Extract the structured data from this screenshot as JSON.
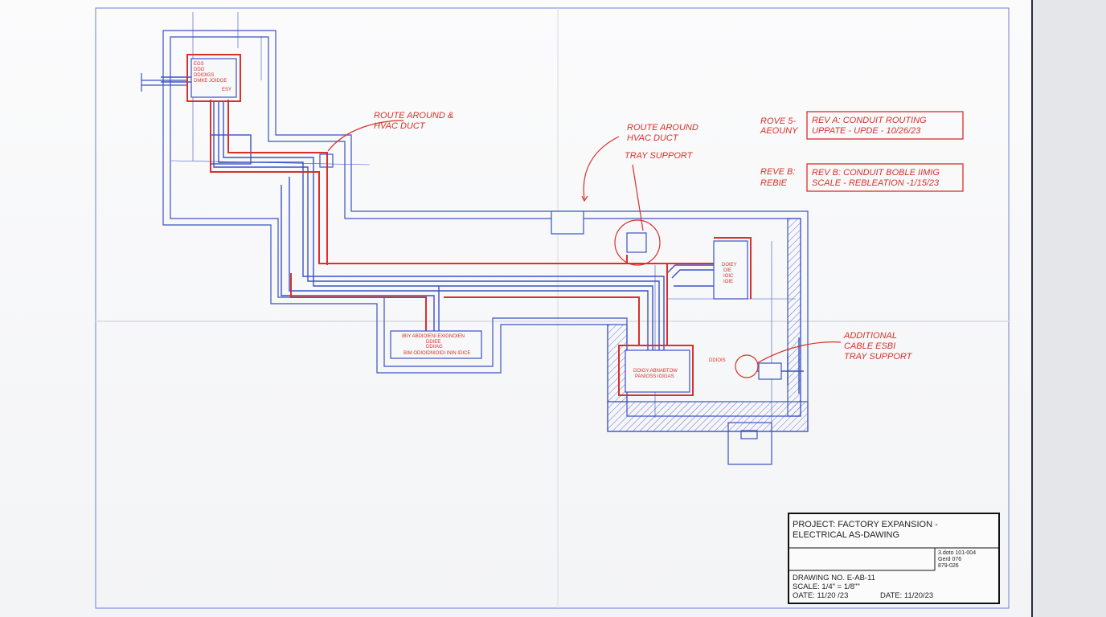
{
  "colors": {
    "blue": "#3a52c4",
    "red": "#d9302a",
    "ink": "#222222",
    "paper": "#f7f8fa"
  },
  "annotations": {
    "route_left": [
      "ROUTE AROUND &",
      "HVAC DUCT"
    ],
    "route_right": [
      "ROUTE AROUND",
      "HVAC DUCT"
    ],
    "tray_support": "TRAY SUPPORT",
    "additional": [
      "ADDITIONAL",
      "CABLE ESBI",
      "TRAY SUPPORT"
    ]
  },
  "revisions": [
    {
      "side": [
        "ROVE 5-",
        "AEOUNY"
      ],
      "box": [
        "REV A: CONDUIT  ROUTING",
        "UPPATE - UPDE - 10/26/23"
      ]
    },
    {
      "side": [
        "REVE B:",
        "REBIE"
      ],
      "box": [
        "REV B: CONDUIT BOBLE IIMIG",
        "SCALE - REBLEATION -1/15/23"
      ]
    }
  ],
  "equipment_labels": {
    "panel_top_left": [
      "EGS",
      "DDO",
      "DDIOIGS",
      "DMKE JOIDGE"
    ],
    "panel_top_left_small": "ESY",
    "bottom_center": [
      "IBIY ABDIOIENI EXIGNOIEN",
      "DDIEE",
      "DDIIAG",
      "BIM ODIOIDNIOIDI ININ IDICE"
    ],
    "bottom_right": [
      "DOIGY ABNABTOW",
      "PANIOSS IOIGAS"
    ],
    "right_panel": [
      "DOIEY",
      "DIE",
      "IOIC",
      "IOIE"
    ],
    "side_code": "DDIOIS"
  },
  "title_block": {
    "project_line1": "PROJECT: FACTORY EXPANSION -",
    "project_line2": "ELECTRICAL AS-DAWING",
    "info": [
      "3.doto  101-004",
      "Gerd    076",
      "879-026"
    ],
    "drawing_no": "DRAWING NO. E-AB-11",
    "scale": "SCALE:  1/4\" = 1/8\"\"",
    "date_left": "OATE:   11/20 /23",
    "date_right": "DATE: 11/20/23"
  }
}
